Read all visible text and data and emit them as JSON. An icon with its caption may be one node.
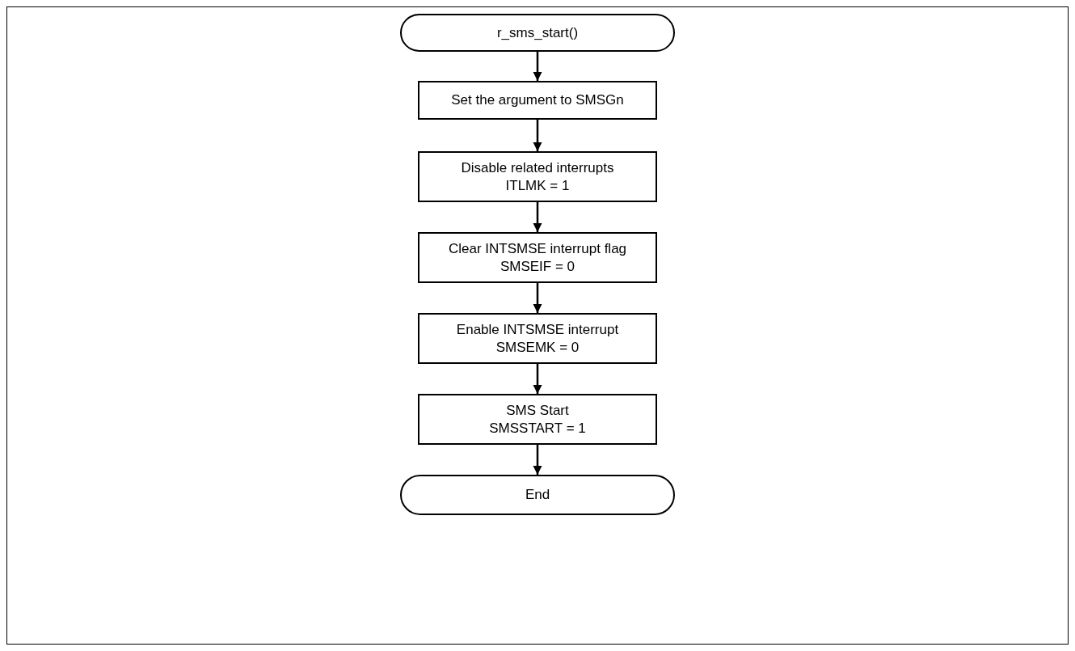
{
  "diagram": {
    "nodes": [
      {
        "text": [
          "r_sms_start()"
        ]
      },
      {
        "text": [
          "Set the argument to SMSGn"
        ]
      },
      {
        "text": [
          "Disable related interrupts",
          "ITLMK = 1"
        ]
      },
      {
        "text": [
          "Clear INTSMSE interrupt flag",
          "SMSEIF = 0"
        ]
      },
      {
        "text": [
          "Enable INTSMSE interrupt",
          "SMSEMK = 0"
        ]
      },
      {
        "text": [
          "SMS Start",
          "SMSSTART = 1"
        ]
      },
      {
        "text": [
          "End"
        ]
      }
    ],
    "edges": [
      {
        "from": 0,
        "to": 1,
        "arrow": "to"
      },
      {
        "from": 1,
        "to": 2,
        "arrow": "to"
      },
      {
        "from": 2,
        "to": 3,
        "arrow": "to"
      },
      {
        "from": 3,
        "to": 4,
        "arrow": "to"
      },
      {
        "from": 4,
        "to": 5,
        "arrow": "to"
      },
      {
        "from": 5,
        "to": 6,
        "arrow": "to"
      }
    ]
  }
}
